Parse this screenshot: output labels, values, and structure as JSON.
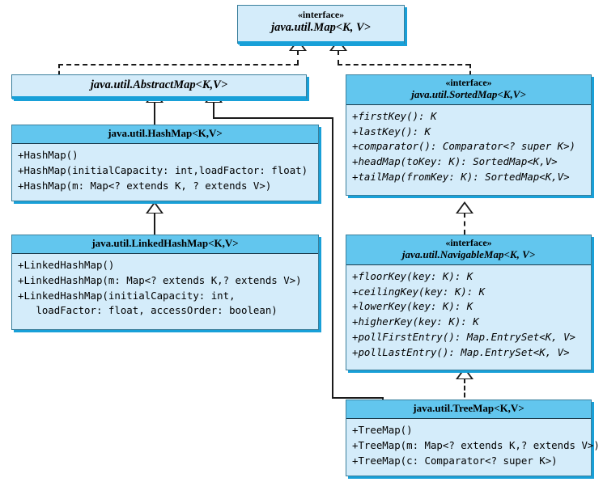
{
  "diagram": {
    "title": "Java Map Hierarchy UML Class Diagram",
    "colors": {
      "header_fill": "#62c6ee",
      "body_fill": "#d4ecfa",
      "shadow": "#18a0d8",
      "border": "#3a7f9c",
      "line": "#1a1a1a",
      "background": "#ffffff"
    }
  },
  "classes": {
    "map": {
      "stereotype": "«interface»",
      "name": "java.util.Map<K, V>",
      "members": []
    },
    "abstract_map": {
      "stereotype": "",
      "name": "java.util.AbstractMap<K,V>",
      "members": []
    },
    "hash_map": {
      "stereotype": "",
      "name": "java.util.HashMap<K,V>",
      "members": [
        "+HashMap()",
        "+HashMap(initialCapacity: int,loadFactor: float)",
        "+HashMap(m: Map<? extends K, ? extends V>)"
      ]
    },
    "linked_hash_map": {
      "stereotype": "",
      "name": "java.util.LinkedHashMap<K,V>",
      "members": [
        "+LinkedHashMap()",
        "+LinkedHashMap(m: Map<? extends K,? extends V>)",
        "+LinkedHashMap(initialCapacity: int,\n   loadFactor: float, accessOrder: boolean)"
      ]
    },
    "sorted_map": {
      "stereotype": "«interface»",
      "name": "java.util.SortedMap<K,V>",
      "members": [
        "+firstKey(): K",
        "+lastKey(): K",
        "+comparator(): Comparator<? super K>)",
        "+headMap(toKey: K): SortedMap<K,V>",
        "+tailMap(fromKey: K): SortedMap<K,V>"
      ]
    },
    "navigable_map": {
      "stereotype": "«interface»",
      "name": "java.util.NavigableMap<K, V>",
      "members": [
        "+floorKey(key: K): K",
        "+ceilingKey(key: K): K",
        "+lowerKey(key: K): K",
        "+higherKey(key: K): K",
        "+pollFirstEntry(): Map.EntrySet<K, V>",
        "+pollLastEntry(): Map.EntrySet<K, V>"
      ]
    },
    "tree_map": {
      "stereotype": "",
      "name": "java.util.TreeMap<K,V>",
      "members": [
        "+TreeMap()",
        "+TreeMap(m: Map<? extends K,? extends V>)",
        "+TreeMap(c: Comparator<? super K>)"
      ]
    }
  },
  "relations": [
    {
      "from": "abstract_map",
      "to": "map",
      "type": "realization"
    },
    {
      "from": "sorted_map",
      "to": "map",
      "type": "realization"
    },
    {
      "from": "hash_map",
      "to": "abstract_map",
      "type": "generalization"
    },
    {
      "from": "tree_map",
      "to": "abstract_map",
      "type": "generalization"
    },
    {
      "from": "linked_hash_map",
      "to": "hash_map",
      "type": "generalization"
    },
    {
      "from": "navigable_map",
      "to": "sorted_map",
      "type": "realization"
    },
    {
      "from": "tree_map",
      "to": "navigable_map",
      "type": "realization"
    }
  ]
}
